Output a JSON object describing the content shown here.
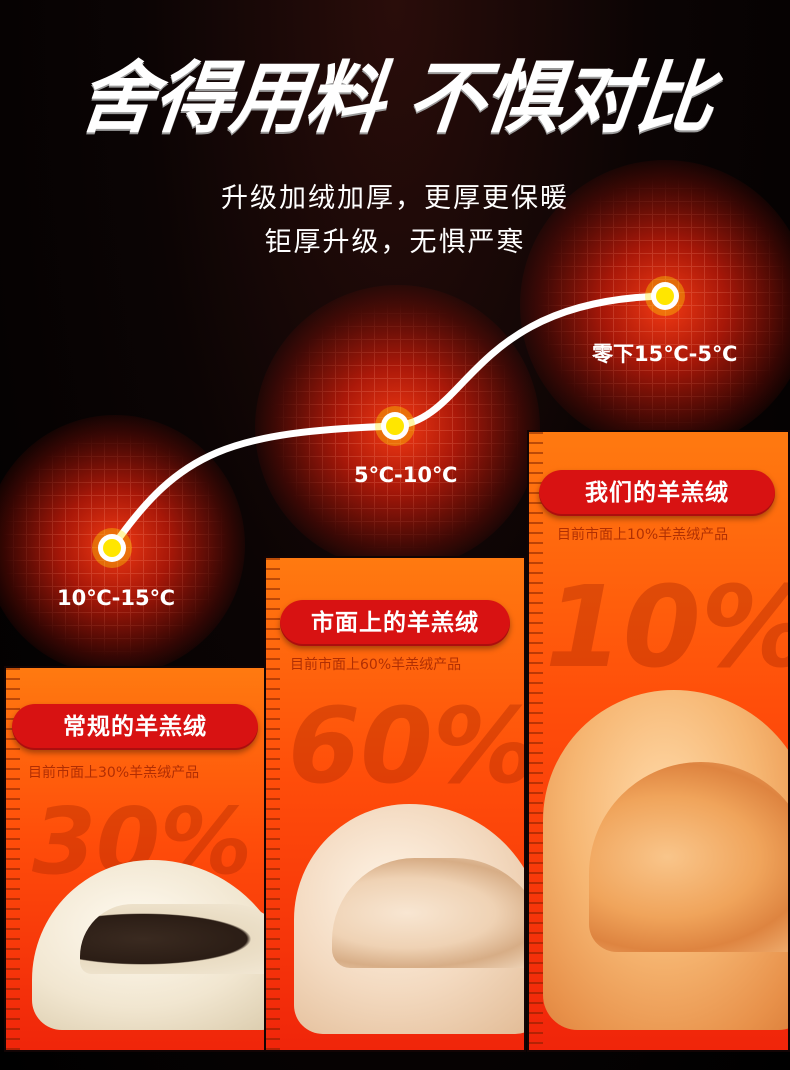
{
  "headline": "舍得用料  不惧对比",
  "subtitle_lines": [
    "升级加绒加厚，更厚更保暖",
    "钜厚升级，无惧严寒"
  ],
  "temperature_points": [
    {
      "label": "10℃-15℃"
    },
    {
      "label": "5℃-10℃"
    },
    {
      "label": "零下15℃-5℃"
    }
  ],
  "products": [
    {
      "title": "常规的羊羔绒",
      "note": "目前市面上30%羊羔绒产品",
      "percent": "30%"
    },
    {
      "title": "市面上的羊羔绒",
      "note": "目前市面上60%羊羔绒产品",
      "percent": "60%"
    },
    {
      "title": "我们的羊羔绒",
      "note": "目前市面上10%羊羔绒产品",
      "percent": "10%"
    }
  ],
  "colors": {
    "accent": "#d81212",
    "panel_top": "#ff7a10",
    "panel_bottom": "#f0250a",
    "dot": "#ffe600"
  }
}
